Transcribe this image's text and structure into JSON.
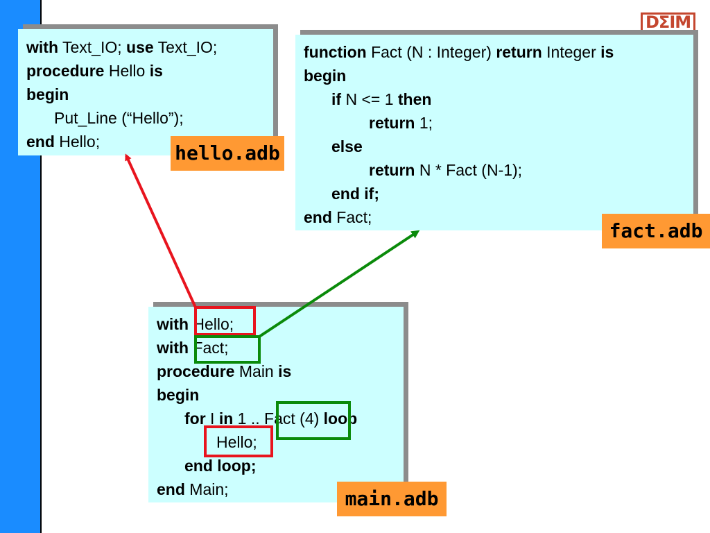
{
  "logo": {
    "text": "DΣIM"
  },
  "hello_file": {
    "label": "hello.adb",
    "lines": [
      [
        {
          "t": "with",
          "b": true
        },
        {
          "t": " Text_IO; ",
          "b": false
        },
        {
          "t": "use",
          "b": true
        },
        {
          "t": " Text_IO;",
          "b": false
        }
      ],
      [
        {
          "t": "procedure",
          "b": true
        },
        {
          "t": " Hello ",
          "b": false
        },
        {
          "t": "is",
          "b": true
        }
      ],
      [
        {
          "t": "begin",
          "b": true
        }
      ],
      [
        {
          "t": "Put_Line (“Hello”);",
          "b": false
        }
      ],
      [
        {
          "t": "end",
          "b": true
        },
        {
          "t": " Hello;",
          "b": false
        }
      ]
    ]
  },
  "fact_file": {
    "label": "fact.adb",
    "lines": [
      [
        {
          "t": "function",
          "b": true
        },
        {
          "t": " Fact (N : Integer) ",
          "b": false
        },
        {
          "t": "return",
          "b": true
        },
        {
          "t": " Integer ",
          "b": false
        },
        {
          "t": "is",
          "b": true
        }
      ],
      [
        {
          "t": "begin",
          "b": true
        }
      ],
      [
        {
          "t": "if",
          "b": true
        },
        {
          "t": " N <= 1 ",
          "b": false
        },
        {
          "t": "then",
          "b": true
        }
      ],
      [
        {
          "t": "return",
          "b": true
        },
        {
          "t": " 1;",
          "b": false
        }
      ],
      [
        {
          "t": "else",
          "b": true
        }
      ],
      [
        {
          "t": "return",
          "b": true
        },
        {
          "t": " N * Fact (N-1);",
          "b": false
        }
      ],
      [
        {
          "t": "end if;",
          "b": true
        }
      ],
      [
        {
          "t": "end",
          "b": true
        },
        {
          "t": " Fact;",
          "b": false
        }
      ]
    ]
  },
  "main_file": {
    "label": "main.adb",
    "lines": [
      [
        {
          "t": "with",
          "b": true
        },
        {
          "t": " Hello;",
          "b": false
        }
      ],
      [
        {
          "t": "with",
          "b": true
        },
        {
          "t": " Fact;",
          "b": false
        }
      ],
      [
        {
          "t": "procedure",
          "b": true
        },
        {
          "t": " Main ",
          "b": false
        },
        {
          "t": "is",
          "b": true
        }
      ],
      [
        {
          "t": "begin",
          "b": true
        }
      ],
      [
        {
          "t": "for",
          "b": true
        },
        {
          "t": " I ",
          "b": false
        },
        {
          "t": "in",
          "b": true
        },
        {
          "t": " 1 .. Fact (4) ",
          "b": false
        },
        {
          "t": "loop",
          "b": true
        }
      ],
      [
        {
          "t": "Hello;",
          "b": false
        }
      ],
      [
        {
          "t": "end loop;",
          "b": true
        }
      ],
      [
        {
          "t": "end",
          "b": true
        },
        {
          "t": " Main;",
          "b": false
        }
      ]
    ]
  },
  "colors": {
    "hello_link": "#e8141e",
    "fact_link": "#0a8a0a",
    "box_fill": "#ccffff",
    "label_fill": "#ff9933",
    "sidebar": "#1a8cff"
  }
}
